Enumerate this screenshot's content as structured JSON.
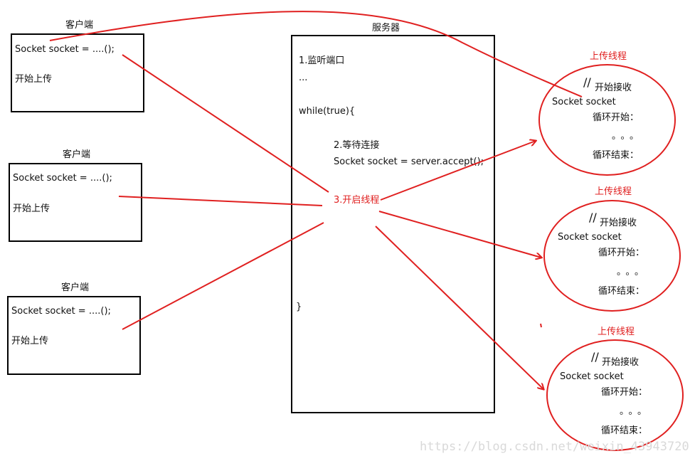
{
  "clients": [
    {
      "title": "客户端",
      "line1": "Socket socket = ....();",
      "line2": "开始上传"
    },
    {
      "title": "客户端",
      "line1": "Socket socket = ....();",
      "line2": "开始上传"
    },
    {
      "title": "客户端",
      "line1": "Socket socket = ....();",
      "line2": "开始上传"
    }
  ],
  "server": {
    "title": "服务器",
    "line1": "1.监听端口",
    "line2": "...",
    "line3": "while(true){",
    "line4": "2.等待连接",
    "line5": "Socket socket = server.accept();",
    "line6": "3.开启线程",
    "line7": "}"
  },
  "threads": [
    {
      "title": "上传线程",
      "comment_mark": "//",
      "comment_text": "开始接收",
      "socket": "Socket socket",
      "loop_start": "循环开始：",
      "dots": "。。。",
      "loop_end": "循环结束："
    },
    {
      "title": "上传线程",
      "comment_mark": "//",
      "comment_text": "开始接收",
      "socket": "Socket socket",
      "loop_start": "循环开始：",
      "dots": "。。。",
      "loop_end": "循环结束："
    },
    {
      "title": "上传线程",
      "comment_mark": "//",
      "comment_text": "开始接收",
      "socket": "Socket socket",
      "loop_start": "循环开始：",
      "dots": "。。。",
      "loop_end": "循环结束："
    }
  ],
  "watermark": "https://blog.csdn.net/weixin_43943720",
  "colors": {
    "accent": "#e02020",
    "border": "#000000"
  }
}
